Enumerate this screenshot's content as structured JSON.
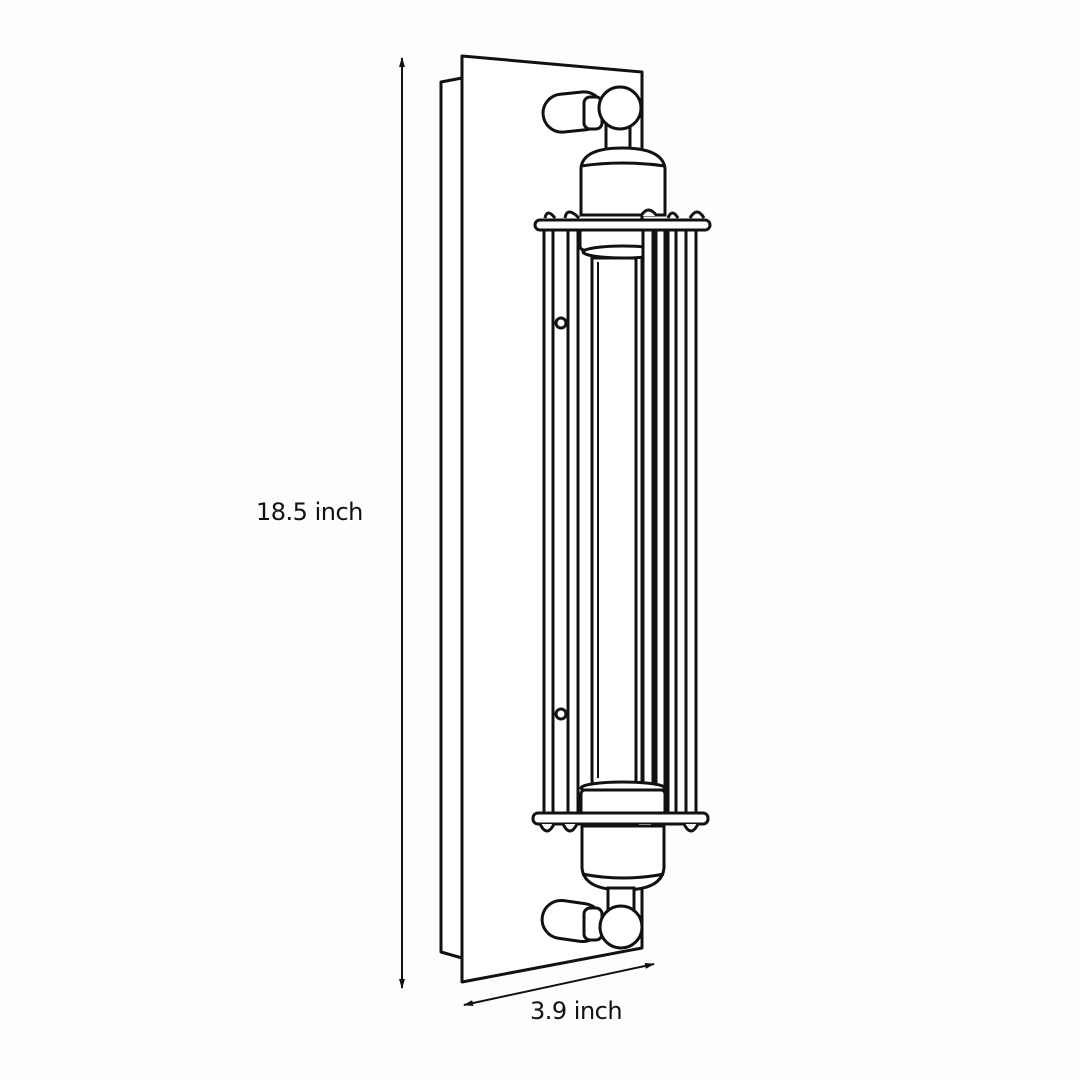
{
  "diagram": {
    "subject": "Cage wall sconce with tubular bulb",
    "line_color": "#111111",
    "background_color": "#fdfdfb"
  },
  "dimensions": {
    "height": {
      "value": 18.5,
      "unit": "inch",
      "label": "18.5 inch"
    },
    "width": {
      "value": 3.9,
      "unit": "inch",
      "label": "3.9 inch"
    }
  }
}
